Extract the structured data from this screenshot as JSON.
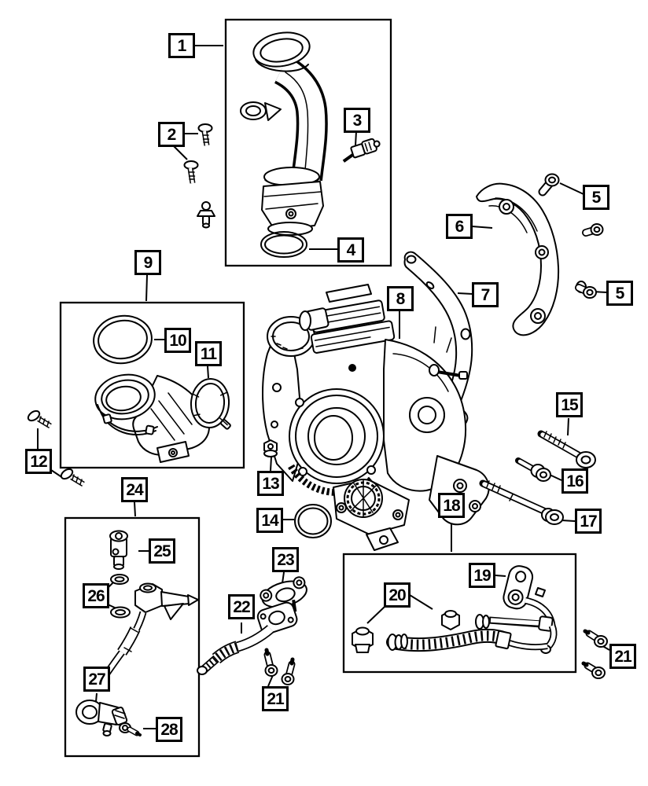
{
  "diagram": {
    "type": "exploded-parts-diagram",
    "colors": {
      "line": "#000000",
      "background": "#ffffff"
    },
    "callouts": {
      "c1": "1",
      "c2": "2",
      "c3": "3",
      "c4": "4",
      "c5a": "5",
      "c5b": "5",
      "c6": "6",
      "c7": "7",
      "c8": "8",
      "c9": "9",
      "c10": "10",
      "c11": "11",
      "c12": "12",
      "c13": "13",
      "c14": "14",
      "c15": "15",
      "c16": "16",
      "c17": "17",
      "c18": "18",
      "c19": "19",
      "c20": "20",
      "c21a": "21",
      "c21b": "21",
      "c22": "22",
      "c23": "23",
      "c24": "24",
      "c25": "25",
      "c26": "26",
      "c27": "27",
      "c28": "28"
    }
  }
}
